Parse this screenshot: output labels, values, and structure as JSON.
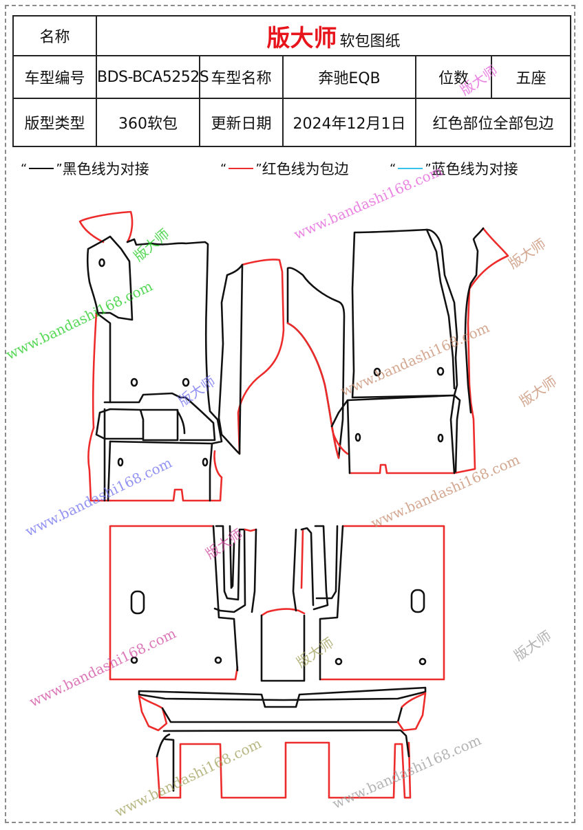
{
  "table": {
    "row1": {
      "name_label": "名称",
      "brand": "版大师",
      "subtitle": "软包图纸"
    },
    "row2": {
      "model_code_label": "车型编号",
      "model_code": "BDS-BCA5252S",
      "model_name_label": "车型名称",
      "model_name": "奔驰EQB",
      "seats_label": "位数",
      "seats": "五座"
    },
    "row3": {
      "pattern_type_label": "版型类型",
      "pattern_type": "360软包",
      "update_date_label": "更新日期",
      "update_date": "2024年12月1日",
      "note": "红色部位全部包边"
    }
  },
  "legend": [
    {
      "open_quote": "“",
      "close_quote": "”",
      "text": "黑色线为对接",
      "color": "#111111"
    },
    {
      "open_quote": "“",
      "close_quote": "”",
      "text": "红色线为包边",
      "color": "#ee2b2b"
    },
    {
      "open_quote": "“",
      "close_quote": "”",
      "text": "蓝色线为对接",
      "color": "#35c3ee"
    }
  ],
  "watermark": {
    "url": "www.bandashi168.com",
    "brand": "版大师"
  },
  "colors": {
    "edge_binding": "#ee2b2b",
    "seam": "#111111",
    "brand_red": "#e8141b"
  }
}
